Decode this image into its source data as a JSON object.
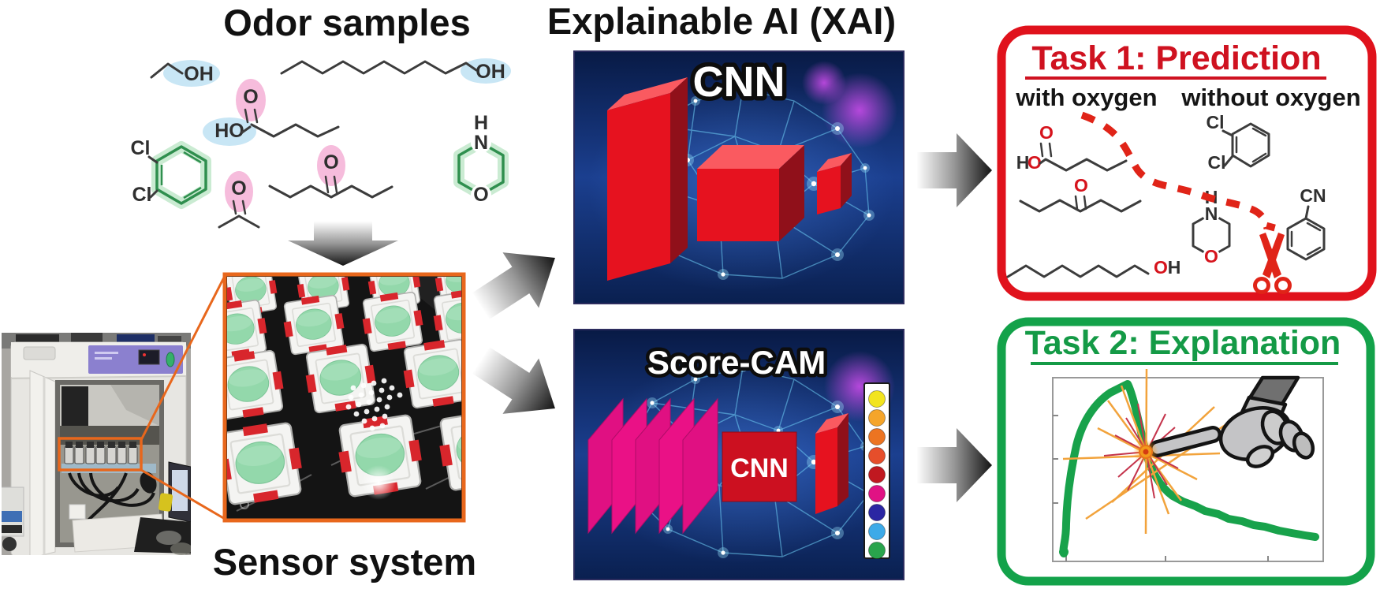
{
  "titles": {
    "odor": "Odor samples",
    "xai": "Explainable AI (XAI)",
    "sensor": "Sensor system"
  },
  "cnn_panel": {
    "label": "CNN"
  },
  "scorecam_panel": {
    "label": "Score-CAM",
    "box_label": "CNN"
  },
  "task1": {
    "title": "Task 1: Prediction",
    "left_label": "with oxygen",
    "right_label": "without oxygen"
  },
  "task2": {
    "title": "Task 2: Explanation"
  },
  "atoms": {
    "oh": "OH",
    "ho": "HO",
    "o": "O",
    "h": "H",
    "n": "N",
    "cl": "Cl",
    "cn": "CN"
  },
  "colorbar": [
    "#f2e41f",
    "#f5a52a",
    "#ec7421",
    "#e64e2b",
    "#c01820",
    "#e01284",
    "#2b26a3",
    "#3daae8",
    "#29a44c"
  ],
  "colors": {
    "accent_red": "#d6131c",
    "accent_green": "#149a46",
    "callout_orange": "#e8671c",
    "magenta_sheet": "#ea1186",
    "block_red": "#e6121f",
    "panel_navy": "#0a1c4e",
    "mesh_cyan": "#6fd0f5",
    "highlight_blue": "#c8e6f5",
    "highlight_pink": "#f6bcdc",
    "highlight_green": "#c4e9cd"
  }
}
